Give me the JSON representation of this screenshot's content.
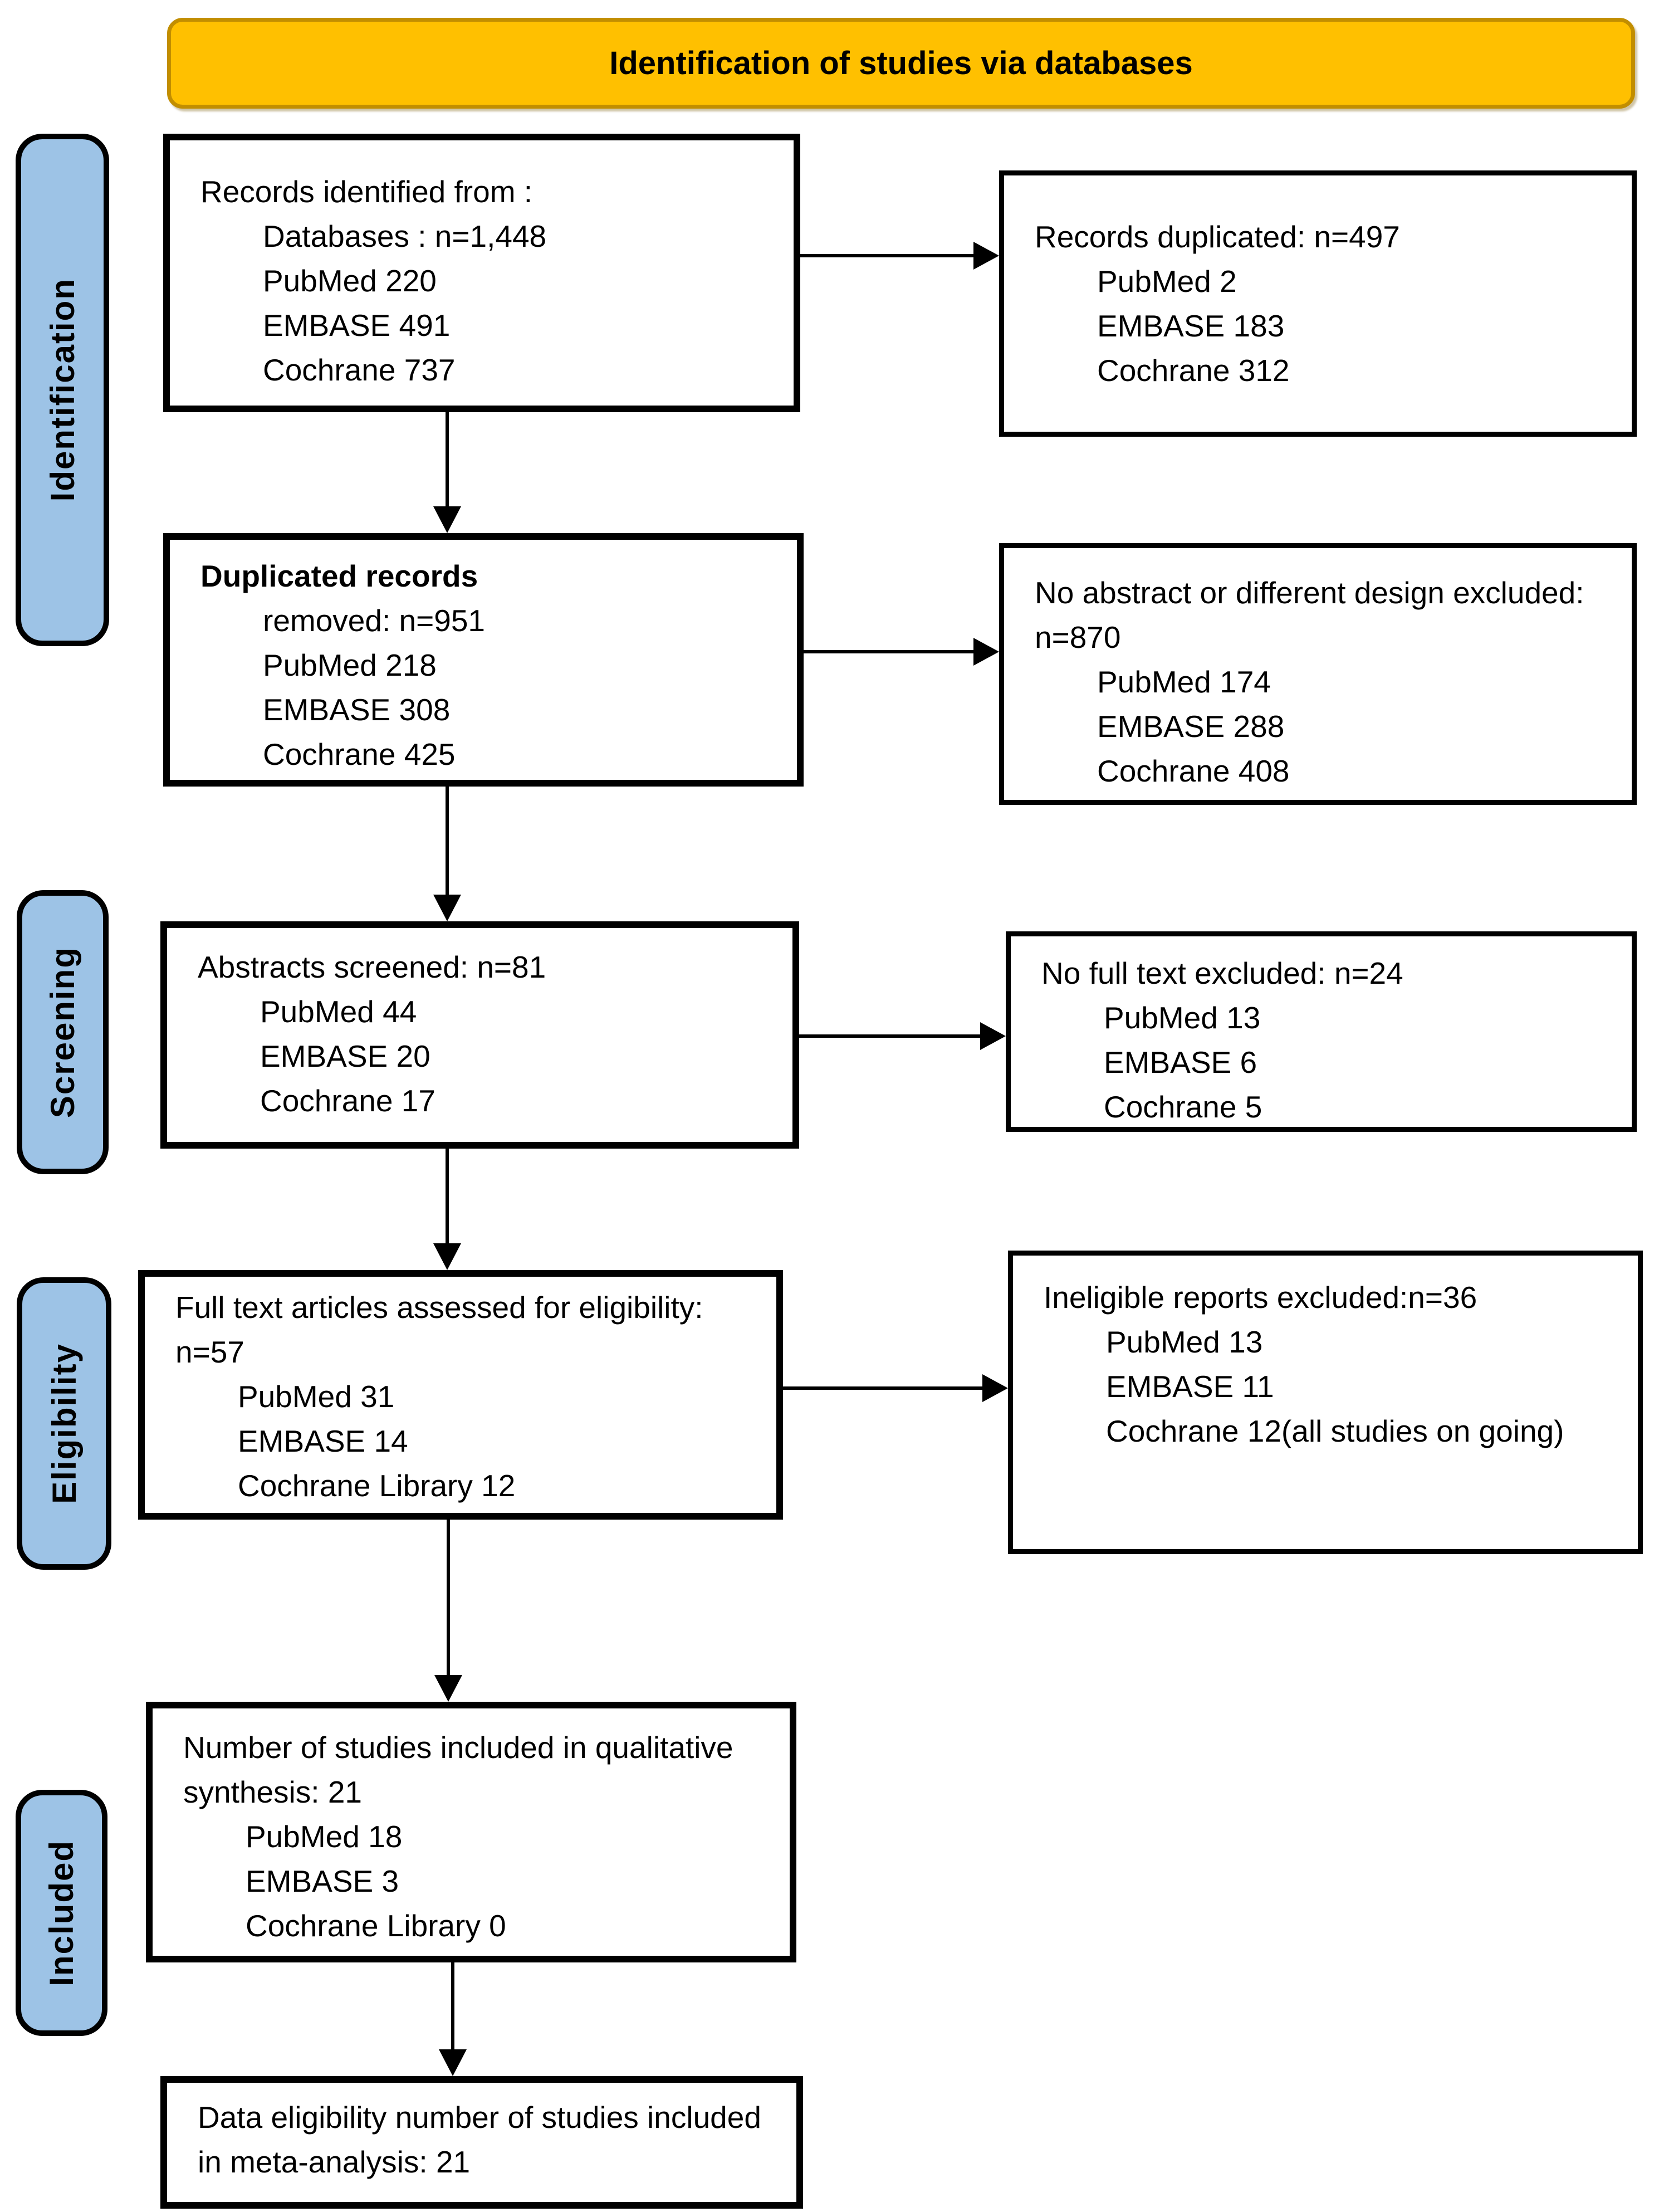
{
  "banner": {
    "label": "Identification of studies via databases"
  },
  "stages": [
    {
      "label": "Identification"
    },
    {
      "label": "Screening"
    },
    {
      "label": "Eligibility"
    },
    {
      "label": "Included"
    }
  ],
  "flow": {
    "records_identified": {
      "lines": [
        "Records identified from :",
        "Databases : n=1,448",
        "PubMed 220",
        "EMBASE 491",
        "Cochrane 737"
      ]
    },
    "duplicates_removed": {
      "lines": [
        "Duplicated records",
        "removed: n=951",
        "PubMed 218",
        "EMBASE 308",
        "Cochrane 425"
      ]
    },
    "abstracts_screened": {
      "lines": [
        "Abstracts screened: n=81",
        "PubMed 44",
        "EMBASE 20",
        "Cochrane 17"
      ]
    },
    "full_text_assessed": {
      "lines": [
        "Full text articles assessed for eligibility: n=57",
        "PubMed 31",
        "EMBASE 14",
        "Cochrane Library 12"
      ]
    },
    "qualitative_synthesis": {
      "lines": [
        "Number of studies included in qualitative synthesis: 21",
        "PubMed 18",
        "EMBASE 3",
        "Cochrane Library 0"
      ]
    },
    "meta_analysis": {
      "lines": [
        "Data eligibility number of studies included in meta-analysis: 21"
      ]
    }
  },
  "exclusions": {
    "records_duplicated": {
      "lines": [
        "Records duplicated: n=497",
        "PubMed 2",
        "EMBASE 183",
        "Cochrane 312"
      ]
    },
    "no_abstract": {
      "lines": [
        "No abstract or different design excluded: n=870",
        "PubMed 174",
        "EMBASE 288",
        "Cochrane 408"
      ]
    },
    "no_full_text": {
      "lines": [
        "No full text excluded: n=24",
        "PubMed 13",
        "EMBASE 6",
        "Cochrane 5"
      ]
    },
    "ineligible_reports": {
      "lines": [
        "Ineligible reports excluded:n=36",
        "PubMed 13",
        "EMBASE 11",
        "Cochrane 12(all studies on going)"
      ]
    }
  },
  "colors": {
    "banner_fill": "#FFC000",
    "banner_border": "#C28E00",
    "stage_fill": "#9DC3E6",
    "stage_border": "#000000",
    "box_border": "#000000",
    "arrow": "#000000"
  }
}
